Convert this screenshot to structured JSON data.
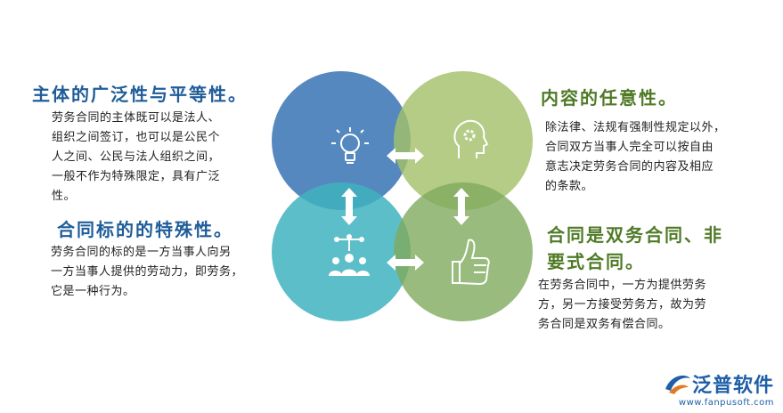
{
  "colors": {
    "circle_blue": "#3e78b5",
    "circle_green": "#a4c16a",
    "circle_teal": "#3fb3be",
    "circle_darkgreen": "#7faa5c",
    "heading_blue": "#1f5d99",
    "heading_green": "#4f7a26",
    "logo_blue": "#1e5fa8"
  },
  "icons": {
    "top_left": "lightbulb-icon",
    "top_right": "head-gear-icon",
    "bottom_left": "team-icon",
    "bottom_right": "thumbs-up-icon",
    "center_top": "horizontal-double-arrow-icon",
    "center_bottom": "horizontal-double-arrow-icon",
    "center_left": "vertical-double-arrow-icon",
    "center_right": "vertical-double-arrow-icon"
  },
  "sections": {
    "top_left": {
      "title": "主体的广泛性与平等性。",
      "lines": [
        "劳务合同的主体既可以是法人、",
        "组织之间签订，也可以是公民个",
        "人之间、公民与法人组织之间，",
        "一般不作为特殊限定，具有广泛",
        "性。"
      ]
    },
    "bottom_left": {
      "title": "合同标的的特殊性。",
      "lines": [
        "劳务合同的标的是一方当事人向另",
        "一方当事人提供的劳动力，即劳务，",
        "它是一种行为。"
      ]
    },
    "top_right": {
      "title": "内容的任意性。",
      "lines": [
        "除法律、法规有强制性规定以外，",
        "合同双方当事人完全可以按自由",
        "意志决定劳务合同的内容及相应",
        "的条款。"
      ]
    },
    "bottom_right": {
      "title_lines": [
        "合同是双务合同、非",
        "要式合同。"
      ],
      "lines": [
        "在劳务合同中，一方为提供劳务",
        "方，另一方接受劳务方，故为劳",
        "务合同是双务有偿合同。"
      ]
    }
  },
  "logo": {
    "name": "泛普软件",
    "url": "www.fanpusoft.com"
  }
}
